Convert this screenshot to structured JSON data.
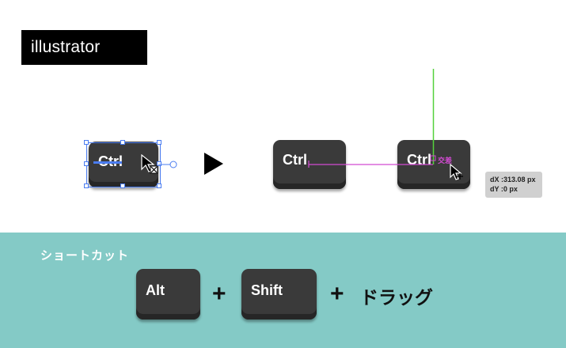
{
  "app_label": "illustrator",
  "top_keys": {
    "key1": "Ctrl",
    "key2": "Ctrl",
    "key3": "Ctrl"
  },
  "smart_guide_label": "交差",
  "readout": {
    "dx": "dX :313.08 px",
    "dy": "dY :0 px"
  },
  "shortcut": {
    "title": "ショートカット",
    "key_alt": "Alt",
    "key_shift": "Shift",
    "plus1": "+",
    "plus2": "+",
    "action": "ドラッグ"
  },
  "colors": {
    "band": "#84cac6",
    "selection": "#4a7cf0",
    "guide_green": "#55d13c",
    "guide_magenta": "#d24bd2"
  }
}
